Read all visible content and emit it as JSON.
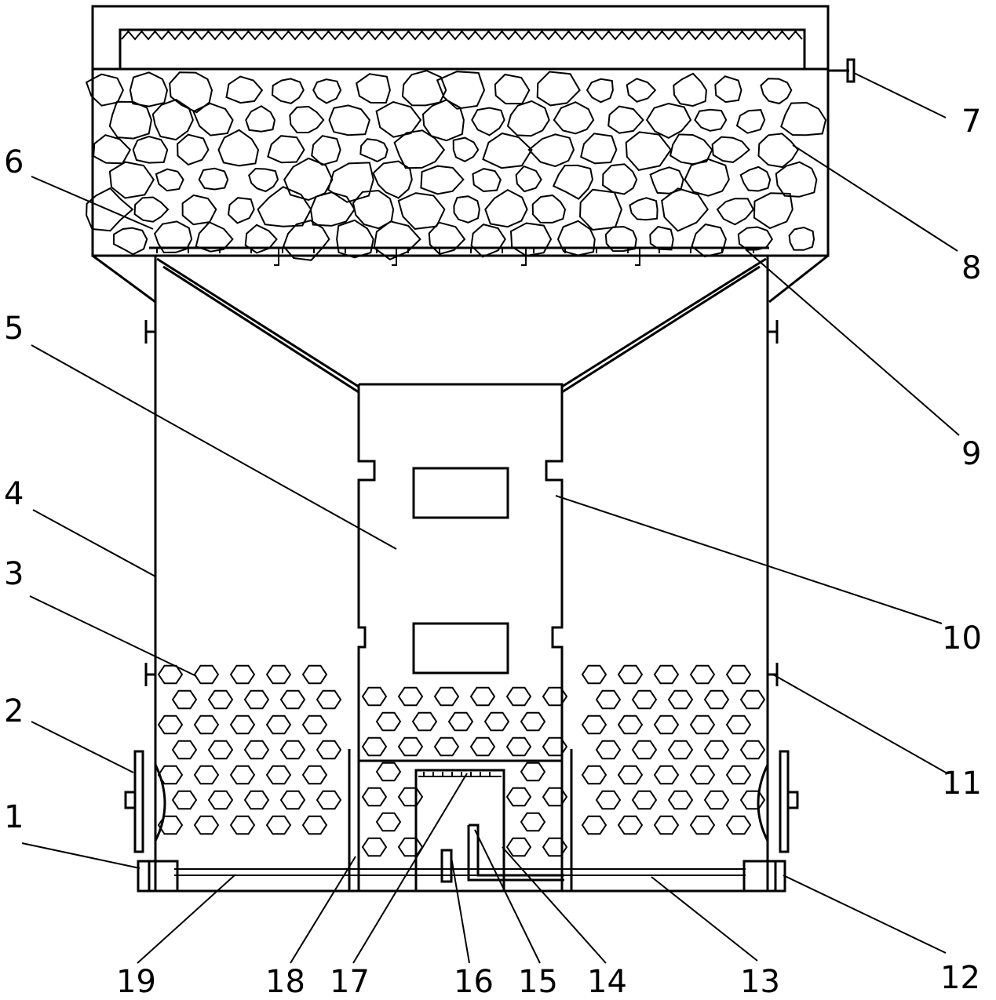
{
  "labels": {
    "n1": "1",
    "n2": "2",
    "n3": "3",
    "n4": "4",
    "n5": "5",
    "n6": "6",
    "n7": "7",
    "n8": "8",
    "n9": "9",
    "n10": "10",
    "n11": "11",
    "n12": "12",
    "n13": "13",
    "n14": "14",
    "n15": "15",
    "n16": "16",
    "n17": "17",
    "n18": "18",
    "n19": "19"
  },
  "colors": {
    "stroke": "#000000",
    "background": "#ffffff"
  }
}
